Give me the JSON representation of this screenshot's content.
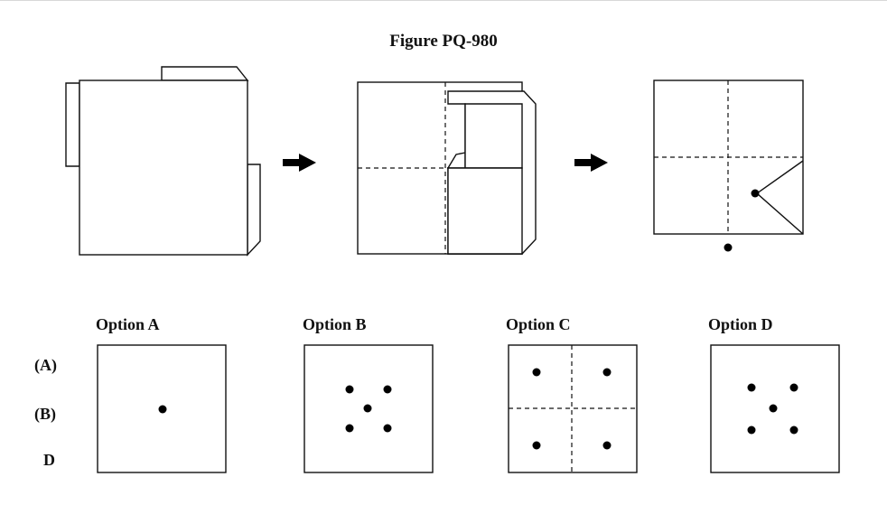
{
  "figure": {
    "title": "Figure PQ-980"
  },
  "options": [
    {
      "label": "Option A"
    },
    {
      "label": "Option B"
    },
    {
      "label": "Option C"
    },
    {
      "label": "Option D"
    }
  ],
  "side_labels": [
    "(A)",
    "(B)",
    "D"
  ]
}
